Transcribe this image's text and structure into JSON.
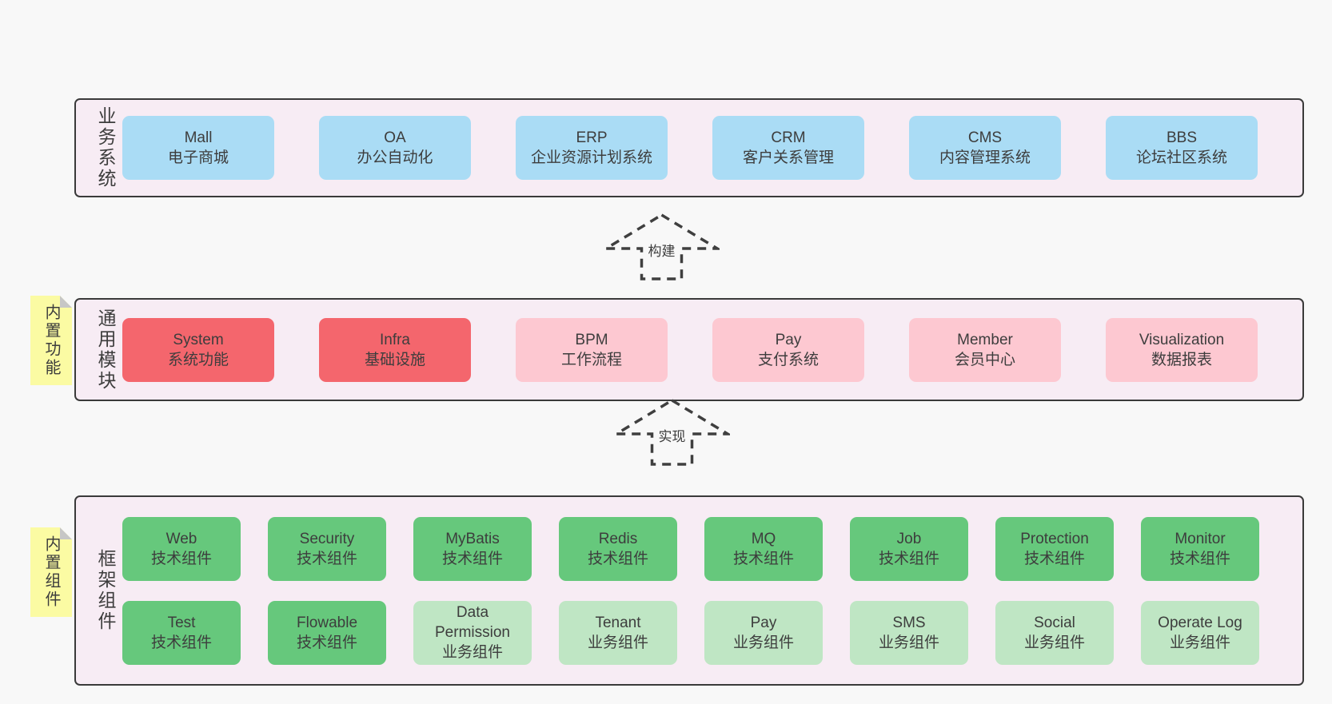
{
  "colors": {
    "page_bg": "#f8f8f8",
    "band_bg": "#f7ecf4",
    "band_border": "#3a3a3a",
    "blue_box": "#aadcf5",
    "red_box": "#f4666d",
    "pink_box": "#fdc8d1",
    "green_box": "#66c87c",
    "light_green_box": "#bfe6c4",
    "sticky_yellow": "#fbfba3",
    "text": "#3d3d3d"
  },
  "arrows": [
    {
      "label": "构建"
    },
    {
      "label": "实现"
    }
  ],
  "bands": [
    {
      "label": "业务系统",
      "boxes": [
        {
          "name": "Mall",
          "sub": "电子商城"
        },
        {
          "name": "OA",
          "sub": "办公自动化"
        },
        {
          "name": "ERP",
          "sub": "企业资源计划系统"
        },
        {
          "name": "CRM",
          "sub": "客户关系管理"
        },
        {
          "name": "CMS",
          "sub": "内容管理系统"
        },
        {
          "name": "BBS",
          "sub": "论坛社区系统"
        }
      ]
    },
    {
      "label": "通用模块",
      "sticky": "内置功能",
      "boxes": [
        {
          "name": "System",
          "sub": "系统功能"
        },
        {
          "name": "Infra",
          "sub": "基础设施"
        },
        {
          "name": "BPM",
          "sub": "工作流程"
        },
        {
          "name": "Pay",
          "sub": "支付系统"
        },
        {
          "name": "Member",
          "sub": "会员中心"
        },
        {
          "name": "Visualization",
          "sub": "数据报表"
        }
      ]
    },
    {
      "label": "框架组件",
      "sticky": "内置组件",
      "row1": [
        {
          "name": "Web",
          "sub": "技术组件"
        },
        {
          "name": "Security",
          "sub": "技术组件"
        },
        {
          "name": "MyBatis",
          "sub": "技术组件"
        },
        {
          "name": "Redis",
          "sub": "技术组件"
        },
        {
          "name": "MQ",
          "sub": "技术组件"
        },
        {
          "name": "Job",
          "sub": "技术组件"
        },
        {
          "name": "Protection",
          "sub": "技术组件"
        },
        {
          "name": "Monitor",
          "sub": "技术组件"
        }
      ],
      "row2": [
        {
          "name": "Test",
          "sub": "技术组件"
        },
        {
          "name": "Flowable",
          "sub": "技术组件"
        },
        {
          "name": "Data Permission",
          "sub": "业务组件"
        },
        {
          "name": "Tenant",
          "sub": "业务组件"
        },
        {
          "name": "Pay",
          "sub": "业务组件"
        },
        {
          "name": "SMS",
          "sub": "业务组件"
        },
        {
          "name": "Social",
          "sub": "业务组件"
        },
        {
          "name": "Operate Log",
          "sub": "业务组件"
        }
      ]
    }
  ]
}
